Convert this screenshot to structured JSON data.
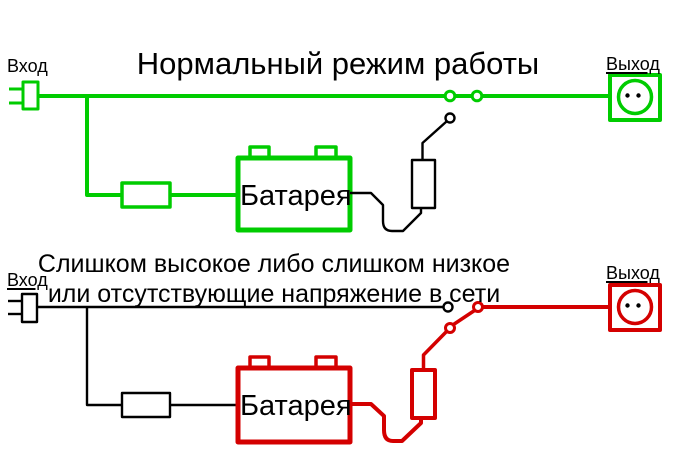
{
  "colors": {
    "normal_mode_green": "#00cc00",
    "battery_mode_red": "#d40000",
    "wire_black": "#000000",
    "background": "#ffffff"
  },
  "top_diagram": {
    "title": "Нормальный режим работы",
    "input_label": "Вход",
    "output_label": "Выход",
    "battery_label": "Батарея"
  },
  "bottom_diagram": {
    "condition_line1": "Слишком высокое либо слишком низкое",
    "condition_line2": "или отсутствующие напряжение в сети",
    "input_label": "Вход",
    "output_label": "Выход",
    "battery_label": "Батарея"
  }
}
